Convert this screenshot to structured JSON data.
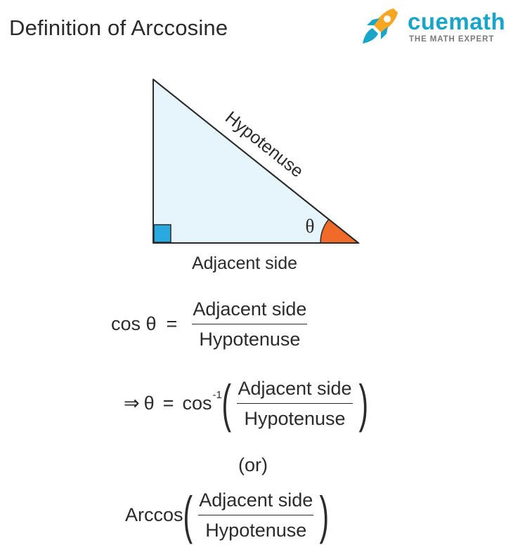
{
  "page": {
    "title": "Definition of Arccosine"
  },
  "logo": {
    "brand": "cuemath",
    "tagline": "THE MATH EXPERT",
    "colors": {
      "brand": "#1aa5c8",
      "rocket_orange": "#f5a623",
      "rocket_blue": "#1aa5c8"
    },
    "icon": "rocket-icon"
  },
  "diagram": {
    "hypotenuse_label": "Hypotenuse",
    "adjacent_label": "Adjacent side",
    "angle_label": "θ",
    "colors": {
      "fill": "#e6f4fb",
      "right_angle": "#2aa8e0",
      "angle_arc": "#f06a2a",
      "stroke": "#2b2b2b"
    }
  },
  "equations": {
    "eq1": {
      "lhs": "cos θ",
      "equals": "=",
      "numerator": "Adjacent side",
      "denominator": "Hypotenuse"
    },
    "eq2": {
      "implies": "⇒",
      "theta": "θ",
      "equals": "=",
      "func": "cos",
      "exponent": "-1",
      "open": "(",
      "close": ")",
      "numerator": "Adjacent side",
      "denominator": "Hypotenuse"
    },
    "or_text": "(or)",
    "eq3": {
      "func": "Arccos",
      "open": "(",
      "close": ")",
      "numerator": "Adjacent side",
      "denominator": "Hypotenuse"
    }
  }
}
